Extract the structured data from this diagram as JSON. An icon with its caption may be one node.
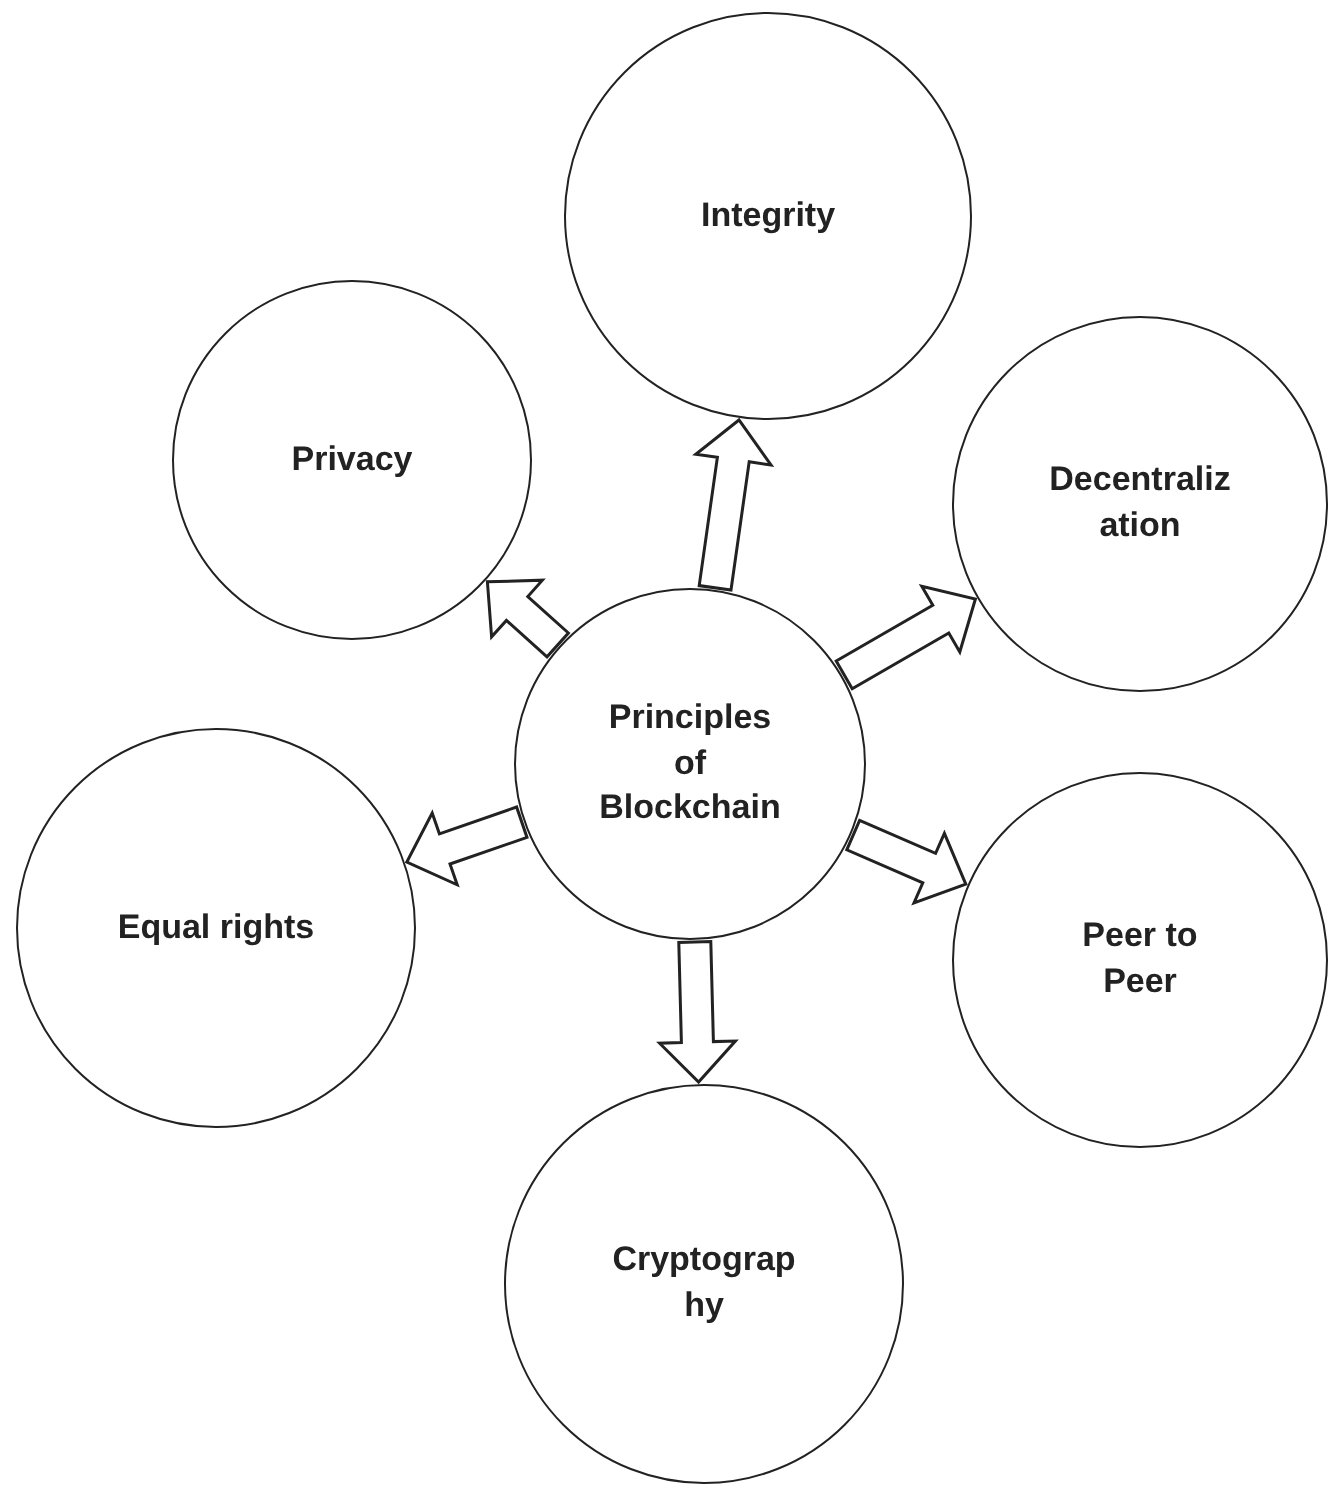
{
  "diagram": {
    "nodes": [
      {
        "text": [
          "Principles of Blockchain"
        ]
      },
      {
        "text": [
          "Integrity"
        ]
      },
      {
        "text": [
          "Privacy"
        ]
      },
      {
        "text": [
          "Decentraliz ation"
        ]
      },
      {
        "text": [
          "Equal rights"
        ]
      },
      {
        "text": [
          "Peer to Peer"
        ]
      },
      {
        "text": [
          "Cryptograp hy"
        ]
      }
    ],
    "edges": [
      {
        "from": 0,
        "to": 1,
        "arrow": "to"
      },
      {
        "from": 0,
        "to": 2,
        "arrow": "to"
      },
      {
        "from": 0,
        "to": 3,
        "arrow": "to"
      },
      {
        "from": 0,
        "to": 4,
        "arrow": "to"
      },
      {
        "from": 0,
        "to": 5,
        "arrow": "to"
      },
      {
        "from": 0,
        "to": 6,
        "arrow": "to"
      }
    ]
  }
}
